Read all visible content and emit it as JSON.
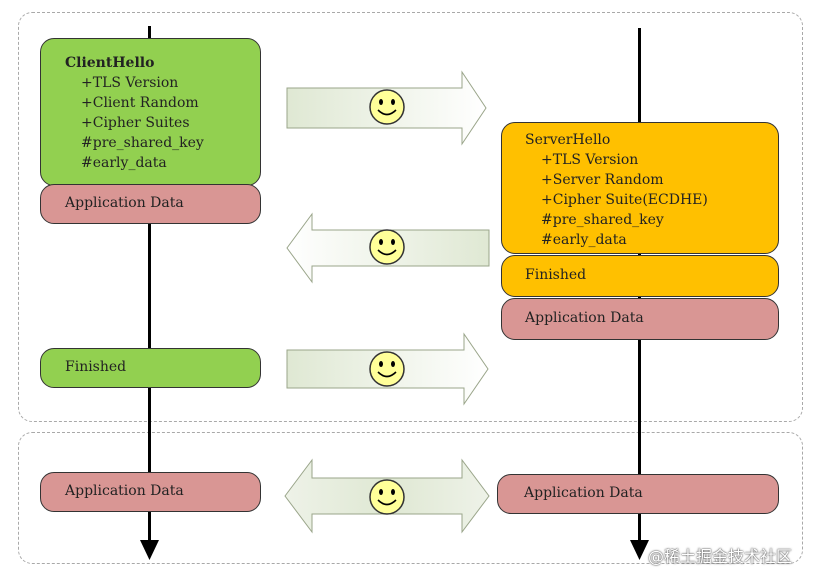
{
  "client_hello": {
    "title": "ClientHello",
    "lines": [
      "+TLS Version",
      "+Client Random",
      "+Cipher Suites",
      "#pre_shared_key",
      "#early_data"
    ]
  },
  "client_app_data_1": "Application Data",
  "client_finished": "Finished",
  "client_app_data_2": "Application Data",
  "server_hello": {
    "title": "ServerHello",
    "lines": [
      "+TLS Version",
      "+Server Random",
      "+Cipher Suite(ECDHE)",
      "#pre_shared_key",
      "#early_data"
    ]
  },
  "server_finished": "Finished",
  "server_app_data_1": "Application Data",
  "server_app_data_2": "Application Data",
  "watermark": "@稀土掘金技术社区",
  "colors": {
    "client_green": "#92d050",
    "server_orange": "#ffc000",
    "app_data_pink": "#d99694",
    "arrow_fill": "#dfe8d3",
    "smiley": "#ffff99"
  }
}
